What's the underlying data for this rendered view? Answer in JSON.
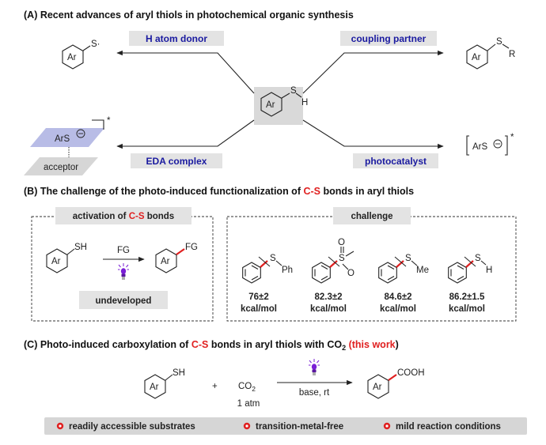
{
  "sectionA": {
    "title": "(A) Recent advances of aryl thiols in photochemical organic synthesis",
    "role_h_atom_donor": "H atom donor",
    "role_coupling_partner": "coupling partner",
    "role_eda_complex": "EDA complex",
    "role_photocatalyst": "photocatalyst",
    "ar": "Ar",
    "s_radical": "S·",
    "s": "S",
    "h": "H",
    "r": "R",
    "ars": "ArS",
    "acceptor": "acceptor",
    "star": "*"
  },
  "sectionB": {
    "title_pre": "(B) The challenge of the photo-induced functionalization of ",
    "title_cs": "C-S",
    "title_post": " bonds in aryl thiols",
    "activation_pre": "activation of ",
    "activation_cs": "C-S",
    "activation_post": " bonds",
    "sh": "SH",
    "fg": "FG",
    "undeveloped": "undeveloped",
    "challenge": "challenge",
    "ph": "Ph",
    "me": "Me",
    "o": "O"
  },
  "bde_values": [
    {
      "value": "76±2",
      "unit": "kcal/mol"
    },
    {
      "value": "82.3±2",
      "unit": "kcal/mol"
    },
    {
      "value": "84.6±2",
      "unit": "kcal/mol"
    },
    {
      "value": "86.2±1.5",
      "unit": "kcal/mol"
    }
  ],
  "sectionC": {
    "title_pre": "(C) Photo-induced carboxylation of ",
    "title_cs": "C-S",
    "title_mid": " bonds in aryl thiols with CO",
    "title_sub": "2",
    "title_this_work": " (this work",
    "title_close": ")",
    "plus": "+",
    "co2": "CO",
    "co2_sub": "2",
    "pressure": "1 atm",
    "conditions": "base, rt",
    "cooh": "COOH"
  },
  "features": [
    "readily accessible substrates",
    "transition-metal-free",
    "mild reaction conditions"
  ],
  "colors": {
    "accent_red": "#e02020",
    "label_blue": "#1a1aa0",
    "label_box": "#e3e3e3",
    "center_box": "#d9d9d9",
    "ars_plane": "#b8bce6",
    "acceptor_plane": "#d6d6d6",
    "lamp_purple": "#7a1fd6"
  }
}
